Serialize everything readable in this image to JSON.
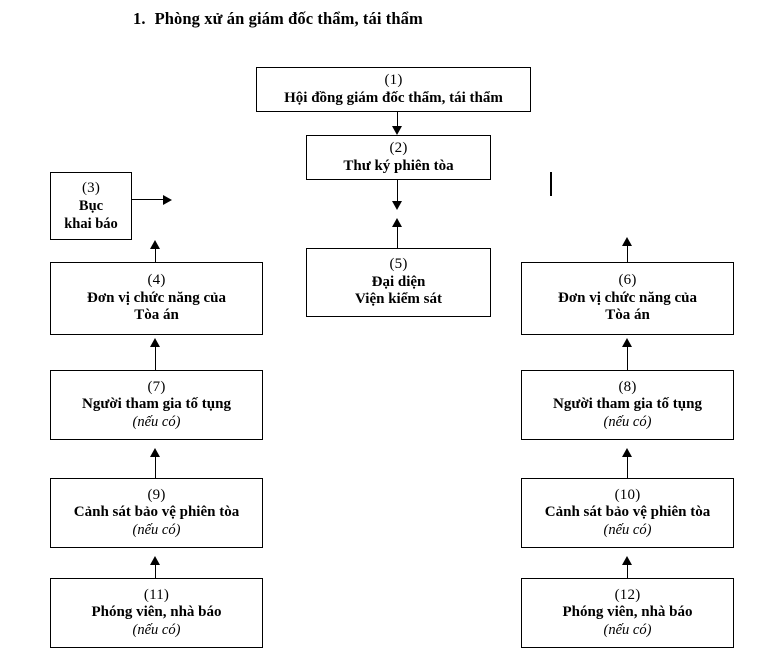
{
  "title": {
    "number": "1.",
    "text": "Phòng xử án giám đốc thẩm, tái thẩm"
  },
  "optional_note": "(nếu có)",
  "boxes": {
    "b1": {
      "id": "(1)",
      "line1": "Hội đồng giám đốc thẩm, tái thẩm"
    },
    "b2": {
      "id": "(2)",
      "line1": "Thư ký phiên tòa"
    },
    "b3": {
      "id": "(3)",
      "line1": "Bục",
      "line2": "khai báo"
    },
    "b4": {
      "id": "(4)",
      "line1": "Đơn vị chức năng của",
      "line2": "Tòa án"
    },
    "b5": {
      "id": "(5)",
      "line1": "Đại diện",
      "line2": "Viện kiểm sát"
    },
    "b6": {
      "id": "(6)",
      "line1": "Đơn vị chức năng của",
      "line2": "Tòa án"
    },
    "b7": {
      "id": "(7)",
      "line1": "Người tham gia tố tụng",
      "line2": "(nếu có)"
    },
    "b8": {
      "id": "(8)",
      "line1": "Người tham gia tố tụng",
      "line2": "(nếu có)"
    },
    "b9": {
      "id": "(9)",
      "line1": "Cảnh sát bảo vệ phiên tòa",
      "line2": "(nếu có)"
    },
    "b10": {
      "id": "(10)",
      "line1": "Cảnh sát bảo vệ phiên tòa",
      "line2": "(nếu có)"
    },
    "b11": {
      "id": "(11)",
      "line1": "Phóng viên, nhà báo",
      "line2": "(nếu có)"
    },
    "b12": {
      "id": "(12)",
      "line1": "Phóng viên, nhà báo",
      "line2": "(nếu có)"
    }
  },
  "colors": {
    "ink": "#000000",
    "paper": "#ffffff"
  }
}
